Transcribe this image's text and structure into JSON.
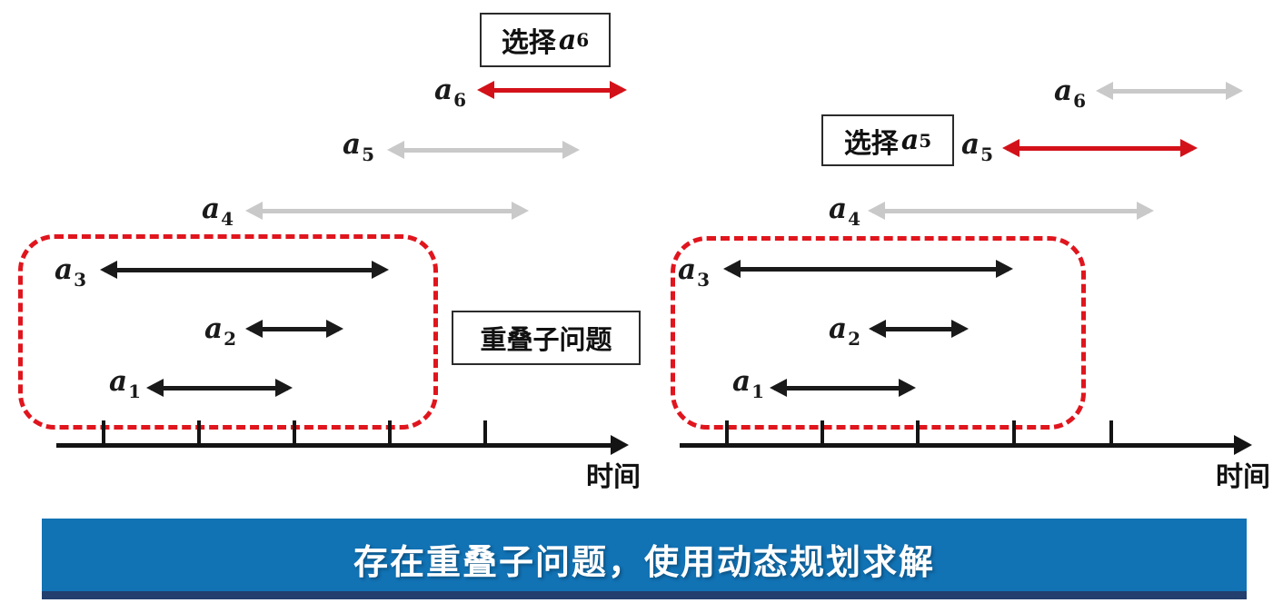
{
  "colors": {
    "red": "#d31119",
    "gray": "#c9c9c9",
    "black": "#1a1a1a",
    "dashed_box": "#e0151d",
    "banner_bg": "#1172b4",
    "banner_edge": "#223f6e"
  },
  "left": {
    "callout": {
      "action": "选择",
      "var": "a",
      "sub": "6"
    },
    "activities": {
      "a6": {
        "var": "a",
        "sub": "6",
        "color": "red"
      },
      "a5": {
        "var": "a",
        "sub": "5",
        "color": "gray"
      },
      "a4": {
        "var": "a",
        "sub": "4",
        "color": "gray"
      },
      "a3": {
        "var": "a",
        "sub": "3",
        "color": "black"
      },
      "a2": {
        "var": "a",
        "sub": "2",
        "color": "black"
      },
      "a1": {
        "var": "a",
        "sub": "1",
        "color": "black"
      }
    },
    "axis_label": "时间"
  },
  "right": {
    "callout": {
      "action": "选择",
      "var": "a",
      "sub": "5"
    },
    "activities": {
      "a6": {
        "var": "a",
        "sub": "6",
        "color": "gray"
      },
      "a5": {
        "var": "a",
        "sub": "5",
        "color": "red"
      },
      "a4": {
        "var": "a",
        "sub": "4",
        "color": "gray"
      },
      "a3": {
        "var": "a",
        "sub": "3",
        "color": "black"
      },
      "a2": {
        "var": "a",
        "sub": "2",
        "color": "black"
      },
      "a1": {
        "var": "a",
        "sub": "1",
        "color": "black"
      }
    },
    "axis_label": "时间"
  },
  "subproblem_label": "重叠子问题",
  "banner": {
    "text": "存在重叠子问题，使用动态规划求解"
  }
}
